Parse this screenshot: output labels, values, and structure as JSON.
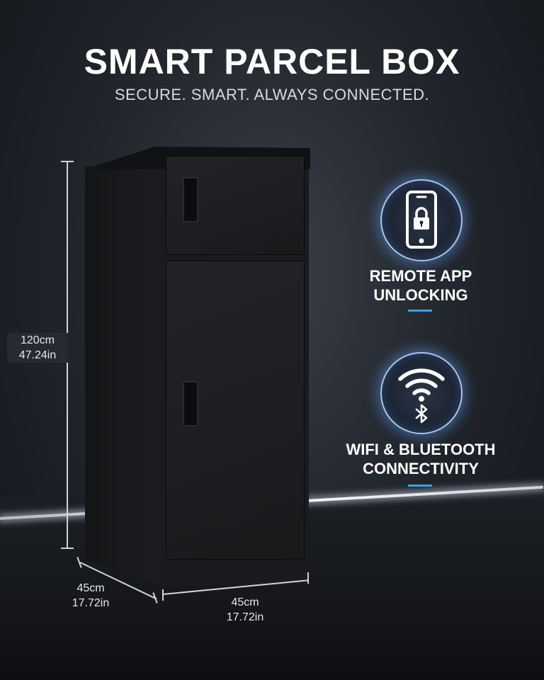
{
  "header": {
    "title": "SMART PARCEL BOX",
    "subtitle": "SECURE. SMART. ALWAYS CONNECTED."
  },
  "dimensions": {
    "height_cm": "120cm",
    "height_in": "47.24in",
    "depth_cm": "45cm",
    "depth_in": "17.72in",
    "width_cm": "45cm",
    "width_in": "17.72in"
  },
  "features": [
    {
      "icon": "smartphone-lock-icon",
      "line1": "REMOTE APP",
      "line2": "UNLOCKING"
    },
    {
      "icon": "wifi-bluetooth-icon",
      "line1": "WIFI & BLUETOOTH",
      "line2": "CONNECTIVITY"
    }
  ],
  "colors": {
    "accent": "#3aa0ea",
    "glow": "#a8c6ee",
    "cabinet": "#1a1b1e"
  }
}
